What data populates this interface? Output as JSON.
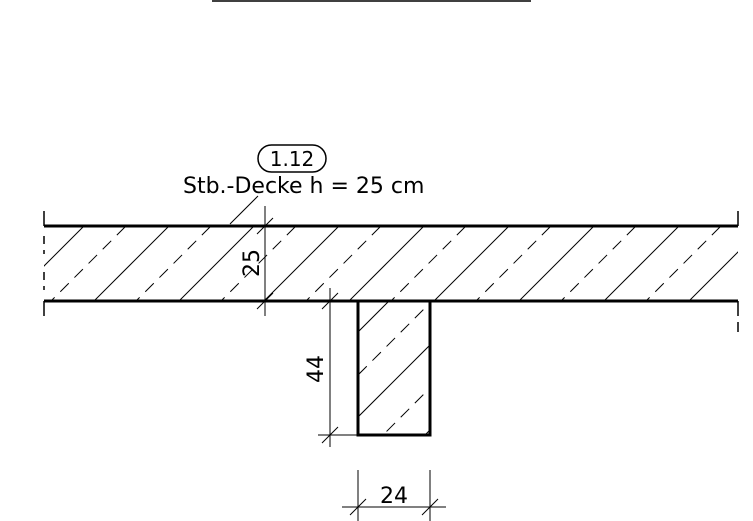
{
  "drawing": {
    "label_tag": "1.12",
    "slab_label": "Stb.-Decke h = 25 cm",
    "dimensions": {
      "slab_thickness": "25",
      "beam_depth": "44",
      "beam_width": "24"
    }
  }
}
